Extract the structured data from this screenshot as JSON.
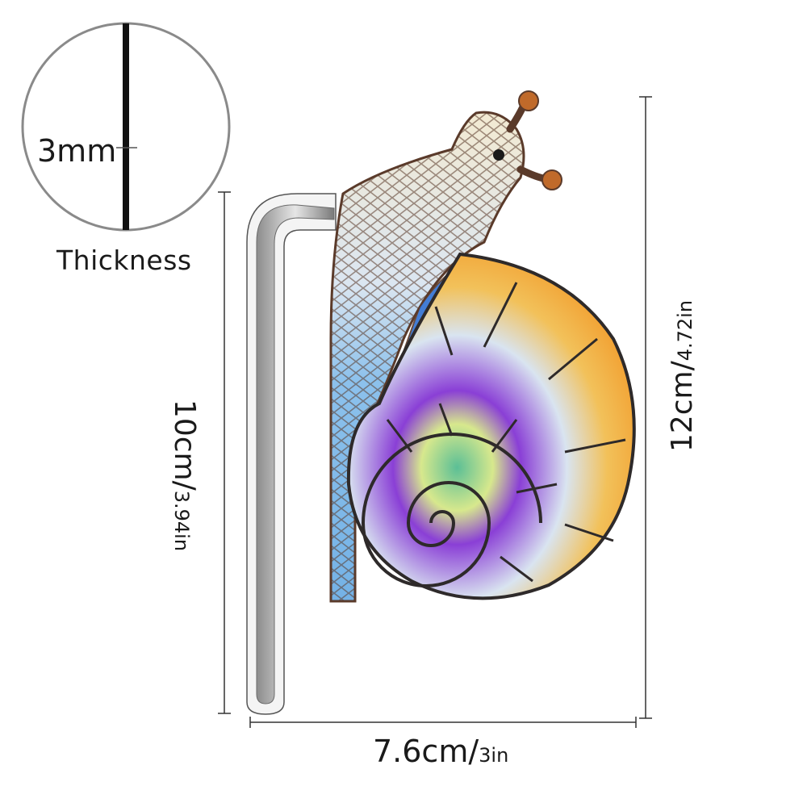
{
  "thickness": {
    "value": "3mm",
    "caption": "Thickness"
  },
  "dimensions": {
    "width_metric": "7.6cm/",
    "width_imperial": "3in",
    "hook_height_metric": "10cm/",
    "hook_height_imperial": "3.94in",
    "total_height_metric": "12cm/",
    "total_height_imperial": "4.72in"
  },
  "colors": {
    "line": "#333333",
    "hook_metal": "#a8a8a8",
    "snail_body": "#7fb7e8",
    "snail_head": "#efe3c4",
    "shell_purple": "#8a3fd6",
    "shell_orange": "#f2a437",
    "shell_teal": "#6fd3c8"
  },
  "icons": {
    "product": "stained-glass-snail-hook",
    "thickness_indicator": "circle-cross-section"
  }
}
